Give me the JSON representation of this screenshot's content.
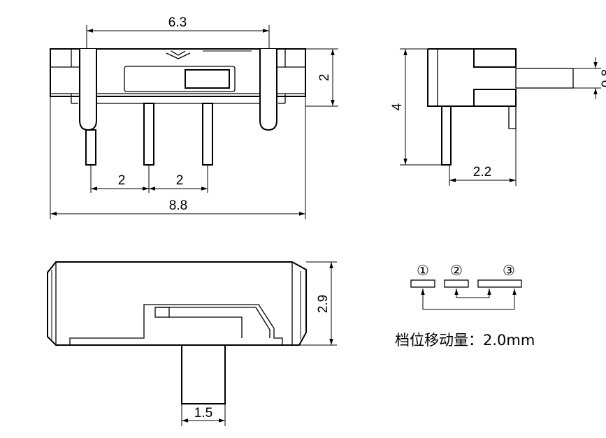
{
  "front_view": {
    "width_top": "6.3",
    "height_right": "2",
    "pitch_left": "2",
    "pitch_right": "2",
    "overall_width": "8.8"
  },
  "side_view": {
    "height": "4",
    "lever_dim": "0.8",
    "pin_offset": "2.2"
  },
  "bottom_view": {
    "height": "2.9",
    "lever_width": "1.5"
  },
  "position_schematic": {
    "labels": [
      "①",
      "②",
      "③"
    ]
  },
  "travel_note": "档位移动量：2.0mm"
}
